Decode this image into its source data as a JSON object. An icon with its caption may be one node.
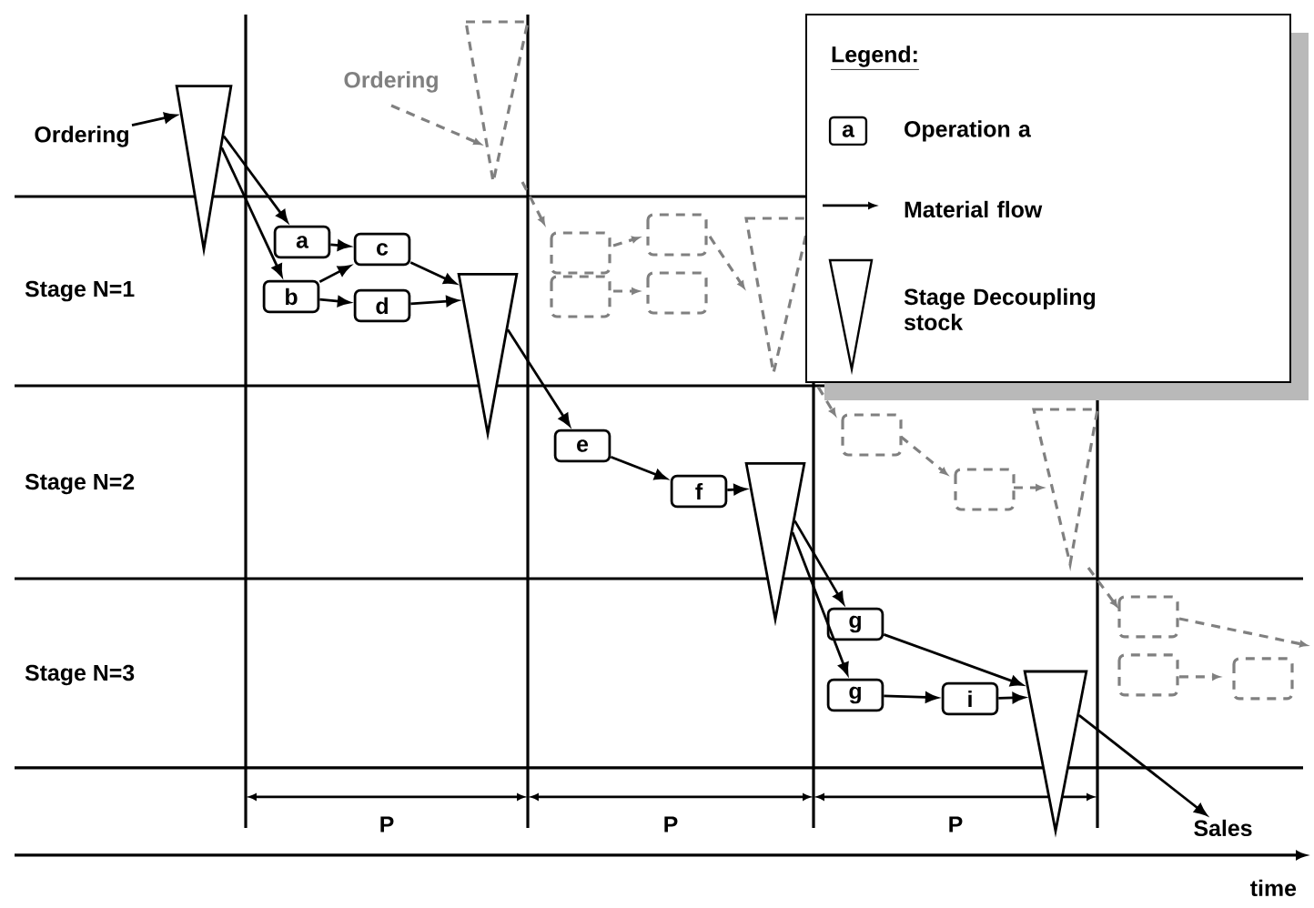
{
  "diagram": {
    "nodes": [
      {
        "text": [
          "Ordering"
        ]
      },
      {
        "text": [],
        "shape": "triangle"
      },
      {
        "text": [
          "a"
        ]
      },
      {
        "text": [
          "b"
        ]
      },
      {
        "text": [
          "c"
        ]
      },
      {
        "text": [
          "d"
        ]
      },
      {
        "text": [],
        "shape": "triangle"
      },
      {
        "text": [
          "e"
        ]
      },
      {
        "text": [
          "f"
        ]
      },
      {
        "text": [],
        "shape": "triangle"
      },
      {
        "text": [
          "g"
        ]
      },
      {
        "text": [
          "g"
        ]
      },
      {
        "text": [
          "i"
        ]
      },
      {
        "text": [],
        "shape": "triangle"
      },
      {
        "text": [
          "Sales"
        ]
      }
    ],
    "edges": [
      {
        "from": 0,
        "to": 1,
        "arrow": "to"
      },
      {
        "from": 1,
        "to": 2,
        "arrow": "to"
      },
      {
        "from": 1,
        "to": 3,
        "arrow": "to"
      },
      {
        "from": 2,
        "to": 4,
        "arrow": "to"
      },
      {
        "from": 3,
        "to": 4,
        "arrow": "to"
      },
      {
        "from": 3,
        "to": 5,
        "arrow": "to"
      },
      {
        "from": 4,
        "to": 6,
        "arrow": "to"
      },
      {
        "from": 5,
        "to": 6,
        "arrow": "to"
      },
      {
        "from": 6,
        "to": 7,
        "arrow": "to"
      },
      {
        "from": 7,
        "to": 8,
        "arrow": "to"
      },
      {
        "from": 8,
        "to": 9,
        "arrow": "to"
      },
      {
        "from": 9,
        "to": 10,
        "arrow": "to"
      },
      {
        "from": 9,
        "to": 11,
        "arrow": "to"
      },
      {
        "from": 10,
        "to": 13,
        "arrow": "to"
      },
      {
        "from": 11,
        "to": 12,
        "arrow": "to"
      },
      {
        "from": 12,
        "to": 13,
        "arrow": "to"
      },
      {
        "from": 13,
        "to": 14,
        "arrow": "to"
      }
    ],
    "labels": [
      "Ordering",
      "Stage N=1",
      "Stage N=2",
      "Stage N=3",
      "P",
      "P",
      "P",
      "time",
      "Legend:",
      "a"
    ],
    "legend": [
      {
        "text": "Operation a"
      },
      {
        "text": "Material flow"
      },
      {
        "text": "Stage Decoupling stock"
      }
    ]
  }
}
